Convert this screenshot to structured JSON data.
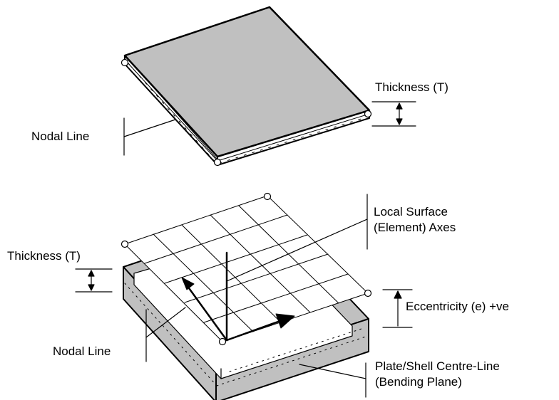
{
  "labels": {
    "top_thickness": "Thickness (T)",
    "top_nodal_line": "Nodal Line",
    "local_axes_line1": "Local Surface",
    "local_axes_line2": "(Element) Axes",
    "bottom_thickness": "Thickness (T)",
    "eccentricity": "Eccentricity (e) +ve",
    "bottom_nodal_line": "Nodal Line",
    "centre_line_line1": "Plate/Shell Centre-Line",
    "centre_line_line2": "(Bending Plane)"
  },
  "colors": {
    "plate_fill": "#c0c0c0",
    "line": "#000000",
    "background": "#ffffff"
  }
}
